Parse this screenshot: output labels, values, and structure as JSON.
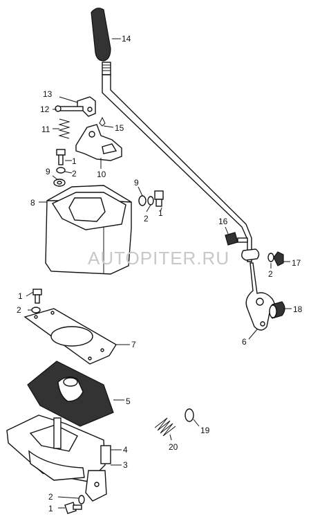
{
  "watermark": "AUTOPITER.RU",
  "callouts": {
    "c1a": "1",
    "c1b": "1",
    "c1c": "1",
    "c1d": "1",
    "c2a": "2",
    "c2b": "2",
    "c2c": "2",
    "c2d": "2",
    "c2e": "2",
    "c3": "3",
    "c4": "4",
    "c5": "5",
    "c6": "6",
    "c7": "7",
    "c8": "8",
    "c9a": "9",
    "c9b": "9",
    "c10": "10",
    "c11": "11",
    "c12": "12",
    "c13": "13",
    "c14": "14",
    "c15": "15",
    "c16": "16",
    "c17": "17",
    "c18": "18",
    "c19": "19",
    "c20": "20"
  }
}
